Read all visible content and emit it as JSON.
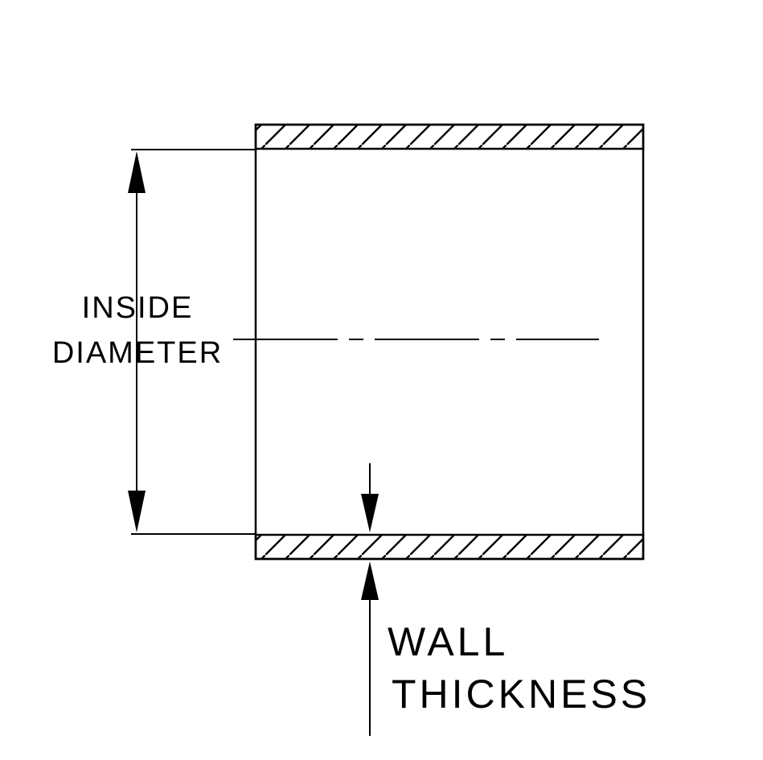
{
  "diagram": {
    "type": "engineering-cross-section",
    "labels": {
      "inside_diameter_line1": "INSIDE",
      "inside_diameter_line2": "DIAMETER",
      "wall_thickness_line1": "WALL",
      "wall_thickness_line2": "THICKNESS"
    },
    "colors": {
      "line": "#000000",
      "background": "#ffffff"
    }
  }
}
